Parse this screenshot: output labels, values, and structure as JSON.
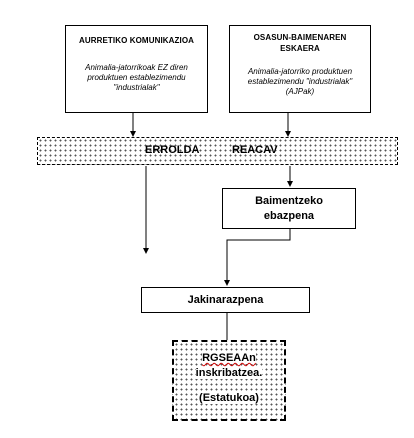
{
  "boxes": {
    "prior_communication": {
      "title": "AURRETIKO KOMUNIKAZIOA",
      "subtitle": "Animalia-jatorrikoak EZ diren produktuen establezimendu \"industrialak\""
    },
    "health_authorization": {
      "title_line1": "OSASUN-BAIMENAREN",
      "title_line2": "ESKAERA",
      "subtitle": "Animalia-jatorriko produktuen establezimendu \"industrialak\" (AJPak)"
    },
    "registry": {
      "left_label": "ERROLDA",
      "right_label": "REACAV"
    },
    "authorization_resolution": {
      "line1": "Baimentzeko",
      "line2": "ebazpena"
    },
    "notification": {
      "label": "Jakinarazpena"
    },
    "rgseaa": {
      "line1": "RGSEAAn",
      "line2": "inskribatzea.",
      "line3": "(Estatukoa)"
    }
  }
}
